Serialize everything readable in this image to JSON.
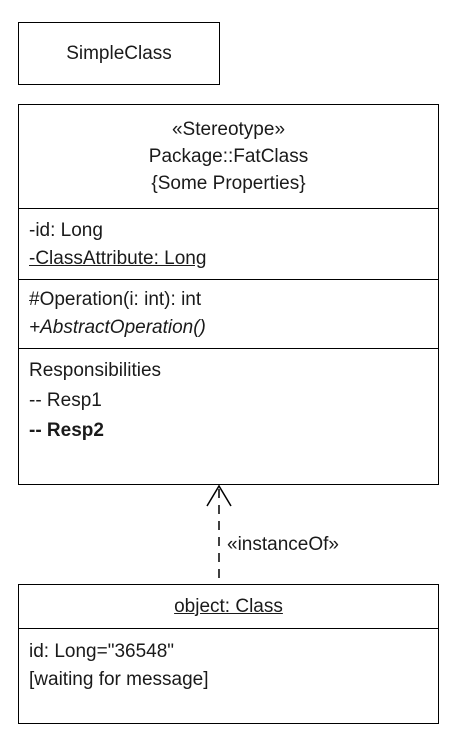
{
  "simple_class": {
    "name": "SimpleClass"
  },
  "fat_class": {
    "stereotype": "«Stereotype»",
    "name": "Package::FatClass",
    "properties": "{Some Properties}",
    "attributes": [
      "-id: Long",
      "-ClassAttribute: Long"
    ],
    "operations": [
      "#Operation(i: int): int",
      "+AbstractOperation()"
    ],
    "responsibilities": {
      "title": "Responsibilities",
      "items": [
        "-- Resp1",
        "-- Resp2"
      ]
    }
  },
  "relationship": {
    "label": "«instanceOf»"
  },
  "object": {
    "name": "object: Class",
    "slots": [
      "id: Long=\"36548\"",
      "[waiting for message]"
    ]
  }
}
